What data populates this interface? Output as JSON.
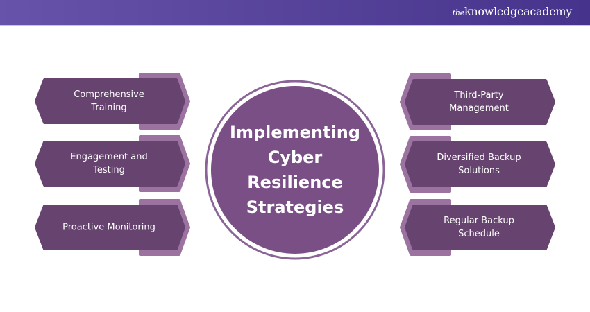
{
  "brand": {
    "prefix": "the",
    "name": "knowledgeacademy"
  },
  "center_title": [
    "Implementing",
    "Cyber",
    "Resilience",
    "Strategies"
  ],
  "left_items": [
    "Comprehensive\nTraining",
    "Engagement and\nTesting",
    "Proactive Monitoring"
  ],
  "right_items": [
    "Third-Party\nManagement",
    "Diversified Backup\nSolutions",
    "Regular Backup\nSchedule"
  ],
  "colors": {
    "header_start": "#6753a9",
    "header_end": "#46338b",
    "box": "#67446f",
    "box_back": "#9b72a0",
    "circle": "#7a4f86",
    "ring": "#8a6497"
  }
}
